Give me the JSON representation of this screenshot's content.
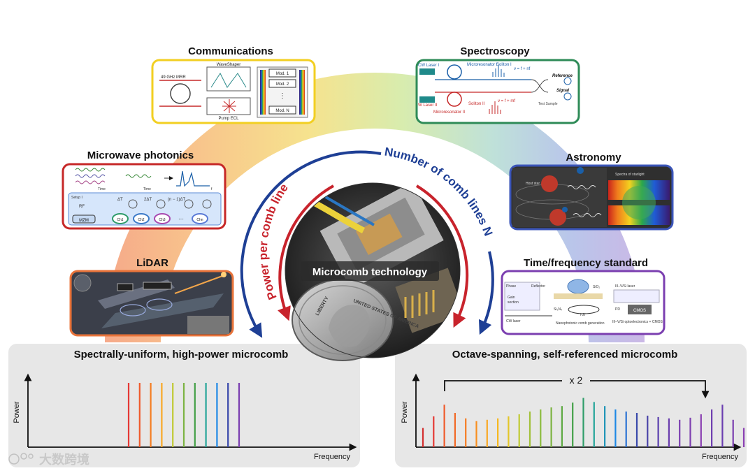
{
  "apps": {
    "communications": {
      "title": "Communications",
      "mrr": "49 GHz MRR",
      "waveshaper": "WaveShaper",
      "pump": "Pump ECL",
      "mod1": "Mod. 1",
      "mod2": "Mod. 2",
      "modn": "Mod. N",
      "dots": "⋮"
    },
    "spectroscopy": {
      "title": "Spectroscopy",
      "cw1": "CW Laser I",
      "cw2": "W Laser II",
      "mr1": "Microresonator I",
      "mr2": "Microresonator II",
      "sol1": "Soliton I",
      "sol2": "Soliton II",
      "f1": "ν = f + nf",
      "f2": "ν = f + mf",
      "ref": "Reference",
      "sig": "Signal",
      "test": "Test Sample"
    },
    "microwave": {
      "title": "Microwave photonics",
      "time1": "Time",
      "time2": "Time",
      "fm": "f",
      "setup": "Setup I",
      "rf": "RF",
      "mzm": "MZM",
      "dt": "ΔT",
      "dt2": "2ΔT",
      "dtn": "(n − 1)ΔT",
      "ch1": "Ch1",
      "ch2": "Ch2",
      "ch3": "Ch3",
      "chn": "Chn",
      "dots": "···"
    },
    "astronomy": {
      "title": "Astronomy",
      "host": "Host star",
      "spec": "Spectra of starlight"
    },
    "lidar": {
      "title": "LiDAR"
    },
    "time": {
      "title": "Time/frequency standard",
      "phase": "Phase",
      "gain": "Gain",
      "sec": "section",
      "refl": "Reflector",
      "cw": "CW laser",
      "sio2": "SiO₂",
      "si3n4": "Si₃N₄",
      "fs": "f-2f",
      "pd": "PD",
      "cmos": "CMOS",
      "cap1": "Nanophotonic comb generation",
      "cap2": "III–V/Si optoelectronics + CMOS",
      "laser": "III–V/Si laser"
    }
  },
  "center": {
    "label": "Microcomb technology",
    "arc_power": "Power per comb line",
    "arc_number": "Number of comb lines N"
  },
  "coin": {
    "top": "UNITED STATES OF AMERICA",
    "left": "LIBERTY"
  },
  "panels": {
    "left": {
      "title": "Spectrally-uniform, high-power microcomb",
      "ylabel": "Power",
      "xlabel": "Frequency"
    },
    "right": {
      "title": "Octave-spanning, self-referenced microcomb",
      "ylabel": "Power",
      "xlabel": "Frequency",
      "bracket": "x 2"
    }
  },
  "chart_data": [
    {
      "type": "bar",
      "title": "Spectrally-uniform, high-power microcomb",
      "xlabel": "Frequency",
      "ylabel": "Power",
      "values": [
        1,
        1,
        1,
        1,
        1,
        1,
        1,
        1,
        1,
        1,
        1
      ],
      "colors": [
        "#e53935",
        "#ef5a2b",
        "#f57c20",
        "#f9a825",
        "#c0ca33",
        "#7cb342",
        "#43a047",
        "#26a69a",
        "#1e88e5",
        "#3949ab",
        "#7b3fb0"
      ]
    },
    {
      "type": "bar",
      "title": "Octave-spanning, self-referenced microcomb",
      "xlabel": "Frequency",
      "ylabel": "Power",
      "values": [
        0.28,
        0.45,
        0.62,
        0.5,
        0.42,
        0.38,
        0.4,
        0.42,
        0.45,
        0.48,
        0.52,
        0.55,
        0.58,
        0.6,
        0.65,
        0.72,
        0.66,
        0.6,
        0.55,
        0.52,
        0.5,
        0.46,
        0.44,
        0.42,
        0.4,
        0.43,
        0.48,
        0.55,
        0.62,
        0.4,
        0.28
      ],
      "colors": [
        "#d32f2f",
        "#e53935",
        "#ef5a2b",
        "#f26a28",
        "#f57c20",
        "#f88e1e",
        "#f9a825",
        "#f6b820",
        "#e3c629",
        "#c0ca33",
        "#a2c13a",
        "#8cbc3f",
        "#7cb342",
        "#5faa44",
        "#43a047",
        "#2f9e6a",
        "#26a69a",
        "#2196b8",
        "#1e88e5",
        "#2a73d4",
        "#3949ab",
        "#4a43a8",
        "#5a3fae",
        "#6a3dae",
        "#7b3fb0",
        "#7d3fb0",
        "#8a3fb2",
        "#7040b0",
        "#6a3db0",
        "#7b3fb0",
        "#8a3fb2"
      ]
    }
  ],
  "watermark": {
    "text": "大数跨境"
  }
}
